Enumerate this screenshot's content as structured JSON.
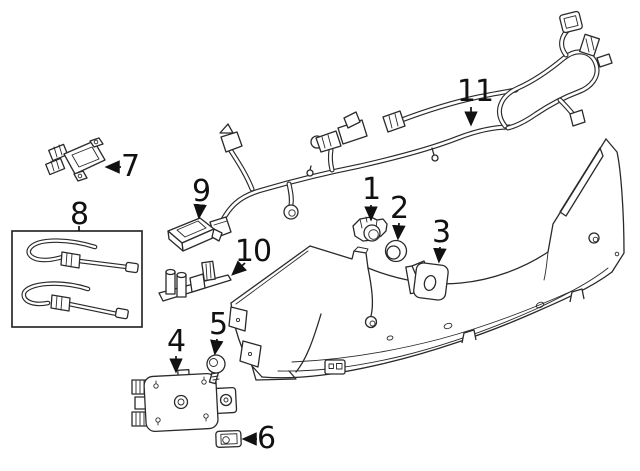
{
  "diagram": {
    "background_color": "#ffffff",
    "line_color": "#2a2a2a",
    "label_color": "#111111",
    "callouts": [
      {
        "number": "1"
      },
      {
        "number": "2"
      },
      {
        "number": "3"
      },
      {
        "number": "4"
      },
      {
        "number": "5"
      },
      {
        "number": "6"
      },
      {
        "number": "7"
      },
      {
        "number": "8"
      },
      {
        "number": "9"
      },
      {
        "number": "10"
      },
      {
        "number": "11"
      }
    ]
  }
}
